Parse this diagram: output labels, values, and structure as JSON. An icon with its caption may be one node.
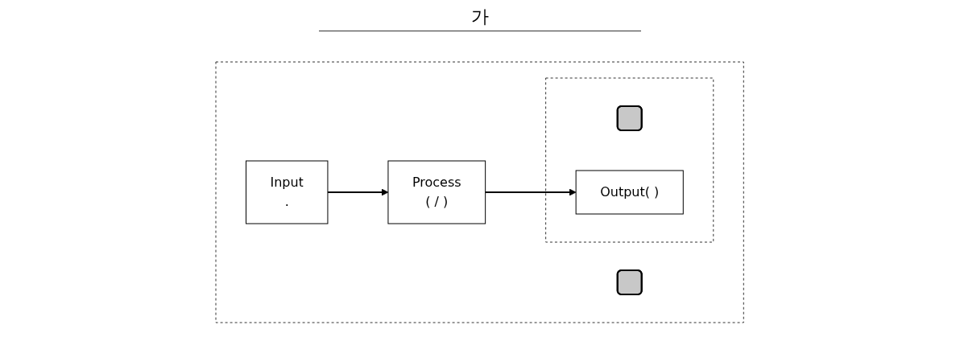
{
  "diagram": {
    "title": "가",
    "nodes": [
      {
        "text": [],
        "shape": "box"
      },
      {
        "text": [],
        "shape": "box",
        "in": 0
      },
      {
        "text": [
          "Input",
          "."
        ],
        "in": 0
      },
      {
        "text": [
          "Process",
          "( / )"
        ],
        "in": 0
      },
      {
        "text": [],
        "shape": "box",
        "in": 0
      },
      {
        "text": [],
        "shape": "box",
        "in": 4
      },
      {
        "text": [
          "Output( )"
        ],
        "in": 4
      }
    ],
    "edges": [
      {
        "from": 2,
        "to": 3,
        "arrow": "to"
      },
      {
        "from": 3,
        "to": 6,
        "arrow": "to"
      }
    ]
  }
}
